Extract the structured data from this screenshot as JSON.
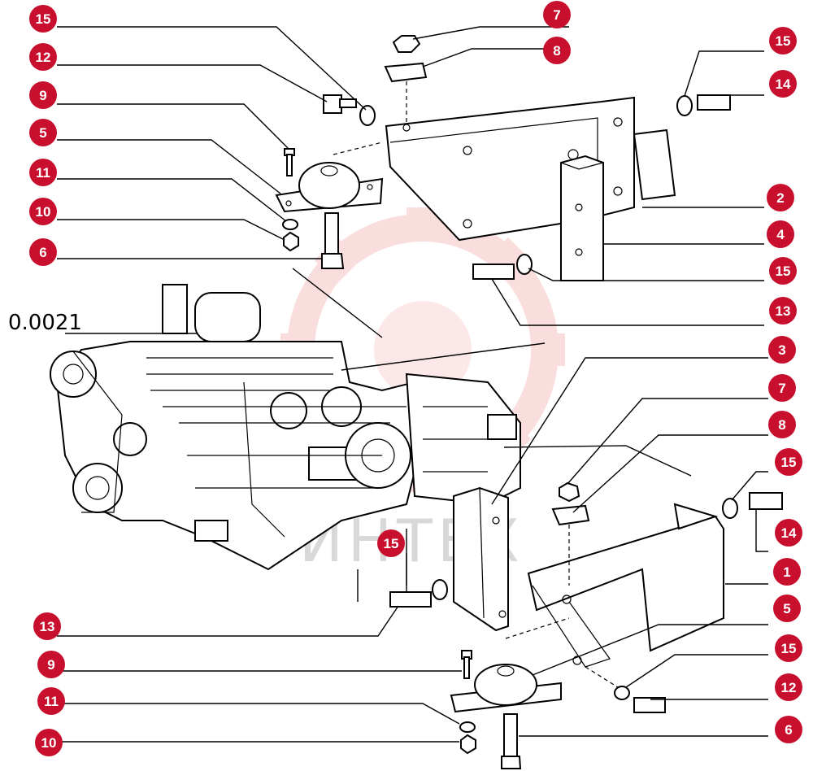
{
  "diagram": {
    "reference_code": "0.0021",
    "watermark_text": "ИНТЕХ",
    "callout_color": "#c8102e",
    "callouts": [
      {
        "id": "c15a",
        "label": "15"
      },
      {
        "id": "c12a",
        "label": "12"
      },
      {
        "id": "c9a",
        "label": "9"
      },
      {
        "id": "c5a",
        "label": "5"
      },
      {
        "id": "c11a",
        "label": "11"
      },
      {
        "id": "c10a",
        "label": "10"
      },
      {
        "id": "c6a",
        "label": "6"
      },
      {
        "id": "c7a",
        "label": "7"
      },
      {
        "id": "c8a",
        "label": "8"
      },
      {
        "id": "c15b",
        "label": "15"
      },
      {
        "id": "c14a",
        "label": "14"
      },
      {
        "id": "c2",
        "label": "2"
      },
      {
        "id": "c4",
        "label": "4"
      },
      {
        "id": "c15c",
        "label": "15"
      },
      {
        "id": "c13a",
        "label": "13"
      },
      {
        "id": "c3",
        "label": "3"
      },
      {
        "id": "c7b",
        "label": "7"
      },
      {
        "id": "c8b",
        "label": "8"
      },
      {
        "id": "c15d",
        "label": "15"
      },
      {
        "id": "c14b",
        "label": "14"
      },
      {
        "id": "c1",
        "label": "1"
      },
      {
        "id": "c5b",
        "label": "5"
      },
      {
        "id": "c15e",
        "label": "15"
      },
      {
        "id": "c12b",
        "label": "12"
      },
      {
        "id": "c6b",
        "label": "6"
      },
      {
        "id": "c15f",
        "label": "15"
      },
      {
        "id": "c13b",
        "label": "13"
      },
      {
        "id": "c9b",
        "label": "9"
      },
      {
        "id": "c11b",
        "label": "11"
      },
      {
        "id": "c10b",
        "label": "10"
      }
    ]
  }
}
